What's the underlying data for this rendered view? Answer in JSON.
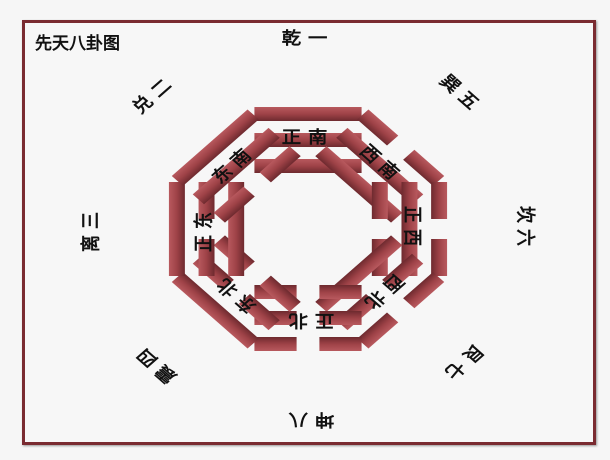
{
  "title": "先天八卦图",
  "colors": {
    "bar": "#a0444a",
    "bar_dark": "#6e2a2f",
    "frame": "#7a2b31"
  },
  "trigrams": [
    {
      "name": "乾",
      "number": "一",
      "direction": "正南",
      "lines": [
        "yang",
        "yang",
        "yang"
      ]
    },
    {
      "name": "巽",
      "number": "五",
      "direction": "西南",
      "lines": [
        "yin",
        "yang",
        "yang"
      ]
    },
    {
      "name": "坎",
      "number": "六",
      "direction": "正西",
      "lines": [
        "yin",
        "yang",
        "yin"
      ]
    },
    {
      "name": "艮",
      "number": "七",
      "direction": "西北",
      "lines": [
        "yin",
        "yin",
        "yang"
      ]
    },
    {
      "name": "坤",
      "number": "八",
      "direction": "正北",
      "lines": [
        "yin",
        "yin",
        "yin"
      ]
    },
    {
      "name": "震",
      "number": "四",
      "direction": "东北",
      "lines": [
        "yang",
        "yin",
        "yin"
      ]
    },
    {
      "name": "离",
      "number": "三",
      "direction": "正东",
      "lines": [
        "yang",
        "yin",
        "yang"
      ]
    },
    {
      "name": "兑",
      "number": "二",
      "direction": "东南",
      "lines": [
        "yang",
        "yang",
        "yin"
      ]
    }
  ]
}
